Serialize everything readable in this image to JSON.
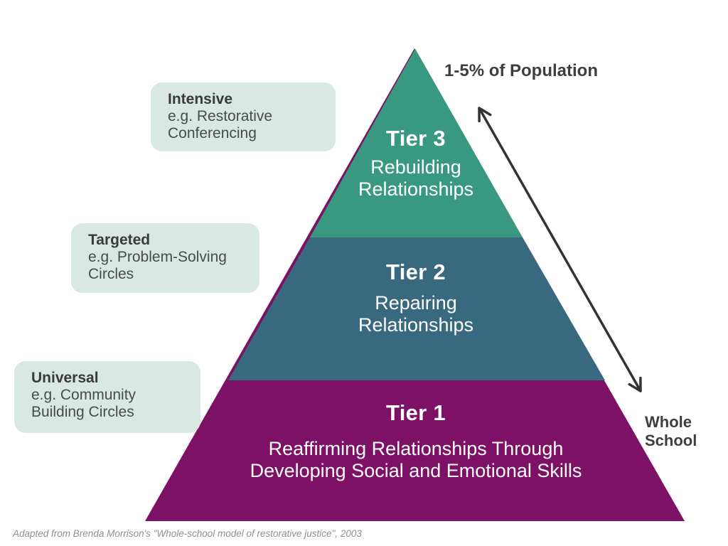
{
  "pyramid": {
    "tiers": [
      {
        "name": "Tier 3",
        "description_lines": [
          "Rebuilding",
          "Relationships"
        ],
        "color": "#399980",
        "callout": {
          "title": "Intensive",
          "body_lines": [
            "e.g. Restorative",
            "Conferencing"
          ]
        }
      },
      {
        "name": "Tier 2",
        "description_lines": [
          "Repairing",
          "Relationships"
        ],
        "color": "#38697F",
        "callout": {
          "title": "Targeted",
          "body_lines": [
            "e.g. Problem-Solving",
            "Circles"
          ]
        }
      },
      {
        "name": "Tier 1",
        "description_lines": [
          "Reaffirming Relationships Through",
          "Developing Social and Emotional Skills"
        ],
        "color": "#7C1165",
        "callout": {
          "title": "Universal",
          "body_lines": [
            "e.g. Community",
            "Building Circles"
          ]
        }
      }
    ]
  },
  "annotations": {
    "population_label": "1-5% of Population",
    "whole_school_lines": [
      "Whole",
      "School"
    ],
    "arrow_icon": "double-headed-diagonal-arrow",
    "attribution": "Adapted from Brenda Morrison's \"Whole-school model of restorative justice\", 2003"
  },
  "colors": {
    "tier3_green": "#399980",
    "tier2_blue": "#38697F",
    "tier1_purple": "#7C1165",
    "callout_background": "#D9E8E3",
    "text_dark": "#3E3E3E",
    "text_light": "#FFFFFF",
    "arrow": "#333333",
    "attribution_gray": "#8F8F8F"
  }
}
